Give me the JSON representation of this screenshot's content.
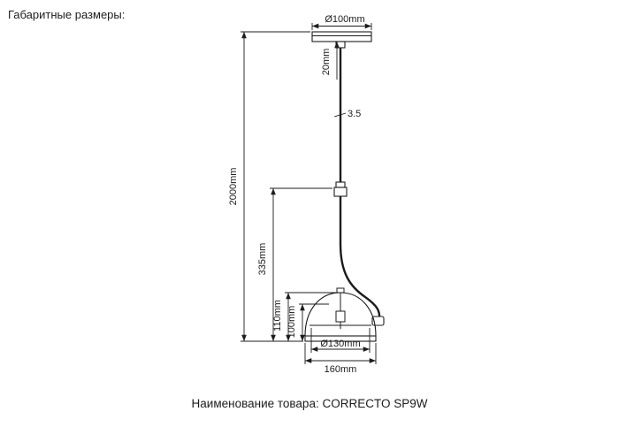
{
  "page": {
    "header_label": "Габаритные размеры:",
    "product_label": "Наименование товара: CORRECTO SP9W"
  },
  "dimensions": {
    "canopy_diameter": "Ø100mm",
    "canopy_height": "20mm",
    "cable_diameter": "3.5",
    "total_height": "2000mm",
    "arm_height": "335mm",
    "shade_outer_height": "110mm",
    "shade_inner_height": "100mm",
    "shade_inner_diameter": "Ø130mm",
    "shade_width": "160mm"
  },
  "colors": {
    "line": "#1c1c1c",
    "background": "#ffffff"
  }
}
